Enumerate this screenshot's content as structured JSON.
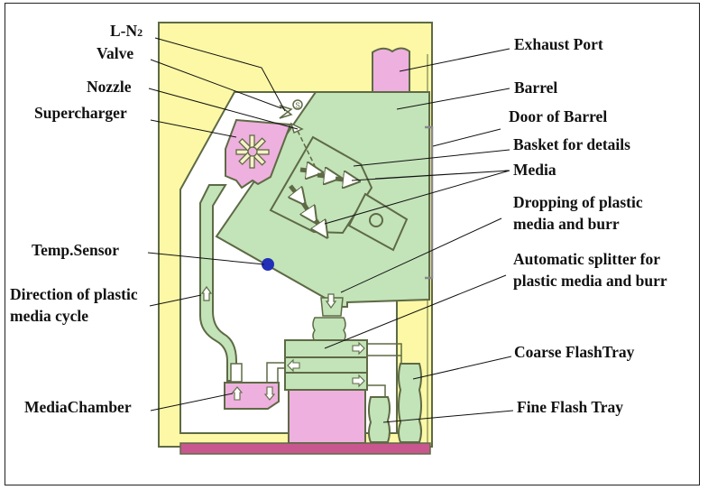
{
  "diagram": {
    "colors": {
      "cabinet": "#fdf8a6",
      "green": "#c3e3b9",
      "pink": "#eeb0de",
      "base": "#c9578f",
      "outline": "#5e6a45",
      "sensor": "#2230b8"
    },
    "labels": {
      "ln2": "L-N",
      "ln2_sub": "2",
      "valve": "Valve",
      "nozzle": "Nozzle",
      "supercharger": "Supercharger",
      "temp_sensor": "Temp.Sensor",
      "direction_line1": "Direction of plastic",
      "direction_line2": "media cycle",
      "media_chamber": "MediaChamber",
      "exhaust_port": "Exhaust Port",
      "barrel": "Barrel",
      "door_of_barrel": "Door of Barrel",
      "basket": "Basket for details",
      "media": "Media",
      "dropping_line1": "Dropping of plastic",
      "dropping_line2": "media and burr",
      "splitter_line1": "Automatic splitter for",
      "splitter_line2": "plastic media and burr",
      "coarse_tray": "Coarse FlashTray",
      "fine_tray": "Fine Flash Tray"
    },
    "valve_symbol": "S"
  }
}
